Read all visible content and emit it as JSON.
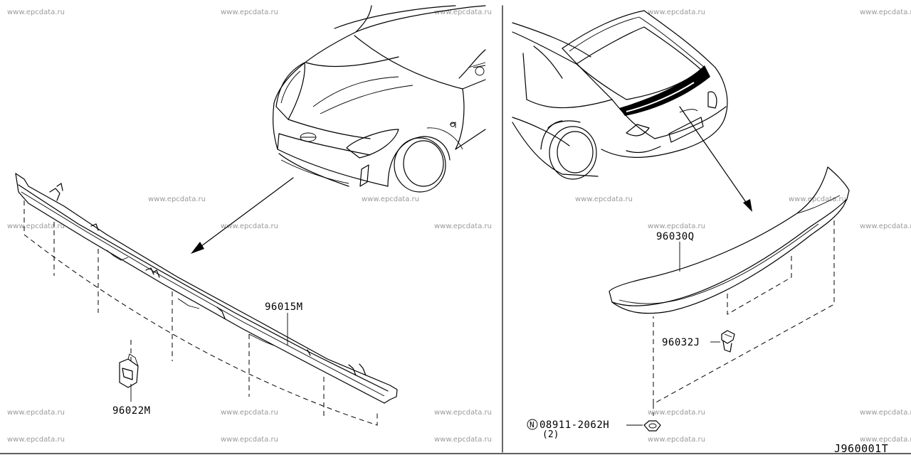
{
  "watermark": "www.epcdata.ru",
  "diagram_code": "J960001T",
  "parts": {
    "front_spoiler": "96015M",
    "front_bracket": "96022M",
    "rear_spoiler": "96030Q",
    "rear_clip": "96032J",
    "nut_symbol": "N",
    "nut_part": "08911-2062H",
    "nut_qty": "(2)"
  }
}
